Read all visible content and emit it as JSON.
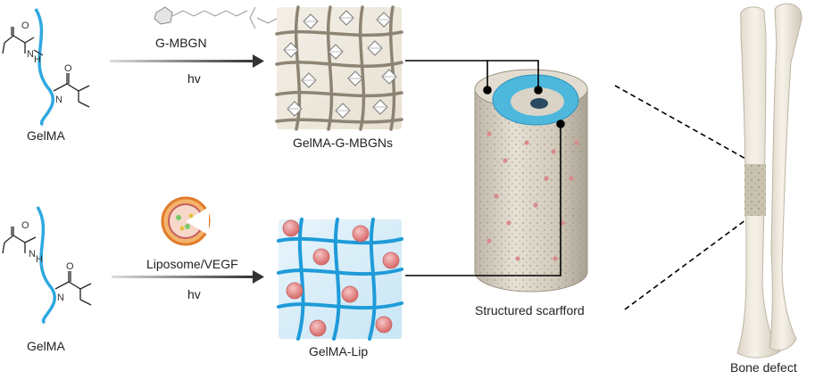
{
  "top_row": {
    "molecule_label": "GelMA",
    "reagent_label": "G-MBGN",
    "condition_label": "hv",
    "product_label": "GelMA-G-MBGNs"
  },
  "bottom_row": {
    "molecule_label": "GelMA",
    "reagent_label": "Liposome/VEGF",
    "condition_label": "hv",
    "product_label": "GelMA-Lip"
  },
  "scaffold_label": "Structured scarfford",
  "bone_label": "Bone defect",
  "chem_atoms": {
    "oxygen": "O",
    "nh": "N",
    "h": "H"
  },
  "colors": {
    "gel_strand": "#2ea8df",
    "network_lines_top": "#8d8474",
    "network_lines_bottom": "#1e9bd9",
    "scaffold": "#d8d2c4",
    "scaffold_inner": "#4db8dc",
    "liposome": "#e58d8d",
    "bone": "#f1ece1"
  }
}
